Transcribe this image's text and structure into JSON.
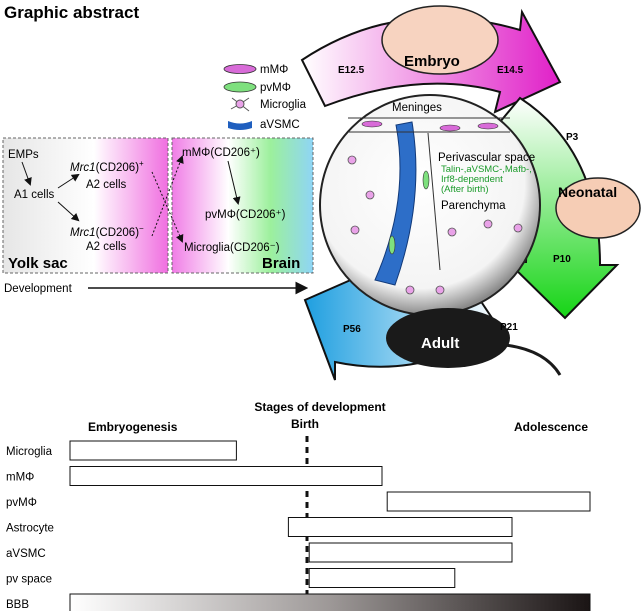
{
  "title": "Graphic abstract",
  "legend": {
    "mmac": "mMΦ",
    "pvmac": "pvMΦ",
    "microglia": "Microglia",
    "avsmc": "aVSMC"
  },
  "left_panel": {
    "emps": "EMPs",
    "a1cells": "A1 cells",
    "mrc1_pos_gene": "Mrc1",
    "mrc1_pos_rest": "(CD206)",
    "mrc1_pos_sup": "+",
    "a2_cells_1": "A2 cells",
    "mrc1_neg_gene": "Mrc1",
    "mrc1_neg_rest": "(CD206)",
    "mrc1_neg_sup": "−",
    "a2_cells_2": "A2 cells",
    "yolk_sac": "Yolk sac",
    "brain_mmac": "mMΦ(CD206⁺)",
    "brain_pvmac": "pvMΦ(CD206⁺)",
    "brain_microglia": "Microglia(CD206⁻)",
    "brain": "Brain",
    "development": "Development"
  },
  "cycle": {
    "embryo": "Embryo",
    "e125": "E12.5",
    "e145": "E14.5",
    "p3": "P3",
    "neonatal": "Neonatal",
    "p10": "P10",
    "p21": "P21",
    "adult": "Adult",
    "p56": "P56",
    "meninges": "Meninges",
    "perivascular_space": "Perivascular space",
    "green_note_1": "Talin-,aVSMC-,Mafb-,",
    "green_note_2": "Irf8-dependent",
    "green_note_3": "(After birth)",
    "parenchyma": "Parenchyma"
  },
  "timeline": {
    "title": "Stages of development",
    "stage_labels": {
      "embryogenesis": "Embryogenesis",
      "birth": "Birth",
      "adolescence": "Adolescence"
    },
    "rows": [
      {
        "label": "Microglia",
        "start": 0.0,
        "end": 0.32
      },
      {
        "label": "mMΦ",
        "start": 0.0,
        "end": 0.6
      },
      {
        "label": "pvMΦ",
        "start": 0.61,
        "end": 1.0
      },
      {
        "label": "Astrocyte",
        "start": 0.42,
        "end": 0.85
      },
      {
        "label": "aVSMC",
        "start": 0.46,
        "end": 0.85
      },
      {
        "label": "pv space",
        "start": 0.46,
        "end": 0.74
      },
      {
        "label": "BBB",
        "start": 0.0,
        "end": 1.0,
        "gradient": true
      }
    ]
  },
  "colors": {
    "embryo_arrow": "#e020c8",
    "neonatal_arrow": "#22dd22",
    "adult_arrow": "#2aa8e6",
    "mmac": "#d86bd8",
    "pvmac": "#7ee07e",
    "avsmc": "#1f5fbf",
    "green_note": "#1a9a2a"
  }
}
